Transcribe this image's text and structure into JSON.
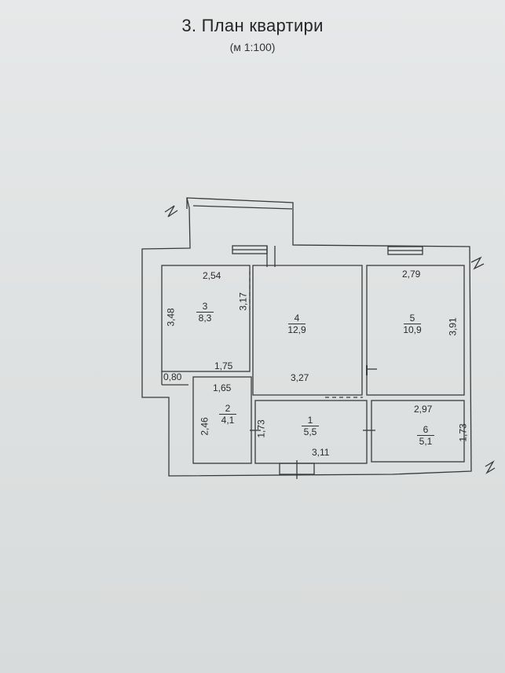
{
  "header": {
    "title": "3. План квартири",
    "scale": "(м 1:100)"
  },
  "rooms": [
    {
      "number": "3",
      "area": "8,3"
    },
    {
      "number": "4",
      "area": "12,9"
    },
    {
      "number": "5",
      "area": "10,9"
    },
    {
      "number": "2",
      "area": "4,1"
    },
    {
      "number": "1",
      "area": "5,5"
    },
    {
      "number": "6",
      "area": "5,1"
    }
  ],
  "dimensions": {
    "room3_width": "2,54",
    "room3_height": "3,48",
    "wall_317": "3,17",
    "room5_width": "2,79",
    "room5_height": "3,91",
    "corridor_175": "1,75",
    "offset_080": "0,80",
    "room2_width": "1,65",
    "room2_height": "2,46",
    "room4_327": "3,27",
    "room1_173": "1,73",
    "room1_width": "3,11",
    "room6_width": "2,97",
    "room6_height": "1,73"
  },
  "colors": {
    "line": "#3a3a3a",
    "paper": "#e2e4e5"
  }
}
